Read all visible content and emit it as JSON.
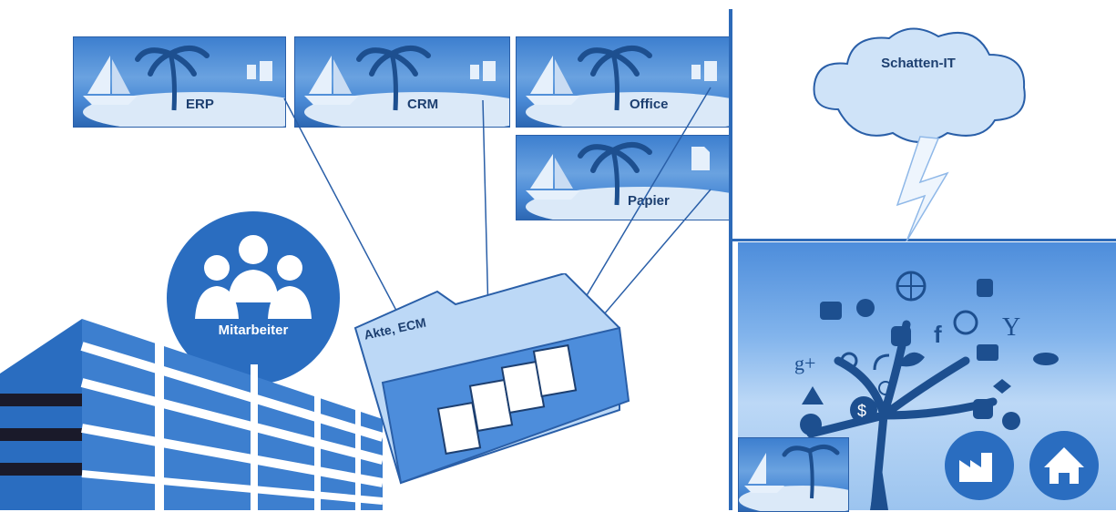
{
  "islands": [
    {
      "id": "erp",
      "label": "ERP"
    },
    {
      "id": "crm",
      "label": "CRM"
    },
    {
      "id": "office",
      "label": "Office"
    },
    {
      "id": "papier",
      "label": "Papier"
    }
  ],
  "team": {
    "label": "Mitarbeiter"
  },
  "folder": {
    "label": "Akte, ECM"
  },
  "cloud": {
    "label": "Schatten-IT"
  },
  "colors": {
    "primary": "#2a6dc0",
    "dark": "#1d3f70",
    "light": "#cfe3f8"
  },
  "icons": [
    "youtube-icon",
    "apple-icon",
    "globe-icon",
    "android-icon",
    "instagram-icon",
    "facebook-icon",
    "pinterest-icon",
    "yahoo-icon",
    "google-plus-icon",
    "sync-icon",
    "rss-icon",
    "twitter-icon",
    "video-icon",
    "cloud-icon",
    "drive-icon",
    "skype-icon",
    "dollar-icon",
    "dropbox-icon",
    "blogger-icon",
    "wordpress-icon",
    "whatsapp-icon",
    "factory-icon",
    "home-icon"
  ]
}
